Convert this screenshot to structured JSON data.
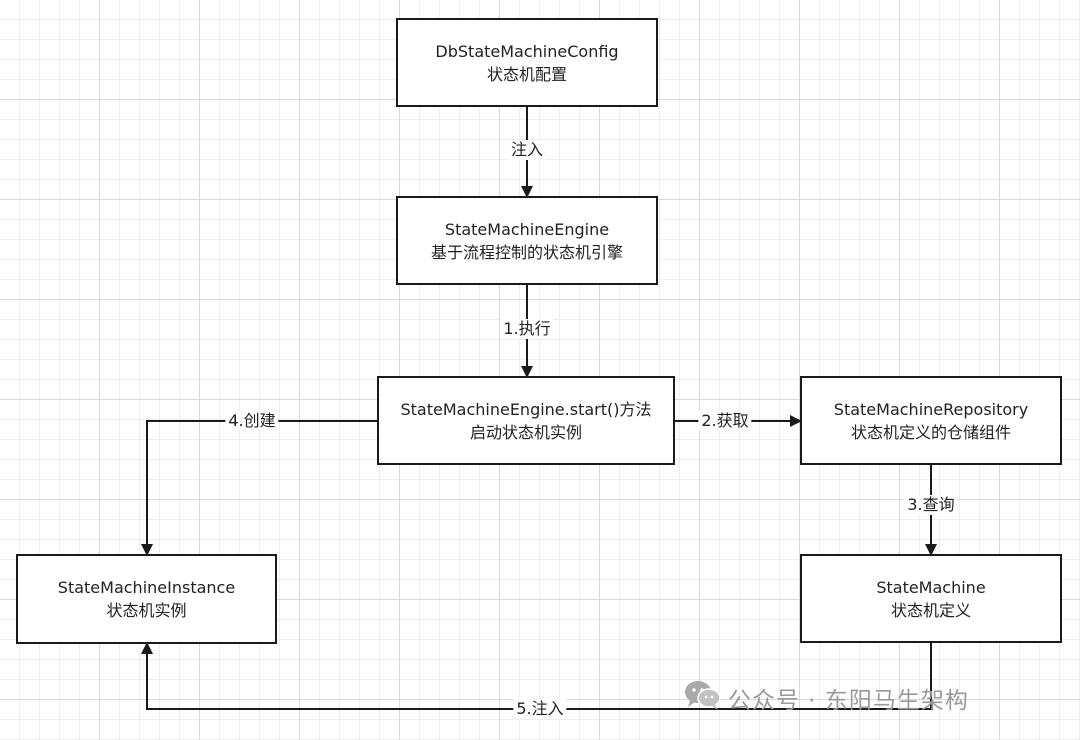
{
  "nodes": {
    "config": {
      "line1": "DbStateMachineConfig",
      "line2": "状态机配置"
    },
    "engine": {
      "line1": "StateMachineEngine",
      "line2": "基于流程控制的状态机引擎"
    },
    "start": {
      "line1": "StateMachineEngine.start()方法",
      "line2": "启动状态机实例"
    },
    "repository": {
      "line1": "StateMachineRepository",
      "line2": "状态机定义的仓储组件"
    },
    "instance": {
      "line1": "StateMachineInstance",
      "line2": "状态机实例"
    },
    "machine": {
      "line1": "StateMachine",
      "line2": "状态机定义"
    }
  },
  "edges": {
    "inject": "注入",
    "execute": "1.执行",
    "fetch": "2.获取",
    "query": "3.查询",
    "create": "4.创建",
    "inject2": "5.注入"
  },
  "watermark": {
    "text": "公众号 · 东阳马生架构",
    "icon": "wechat-icon"
  },
  "colors": {
    "line": "#1a1a1a",
    "box_border": "#1a1a1a",
    "watermark": "#9a9a9a"
  }
}
